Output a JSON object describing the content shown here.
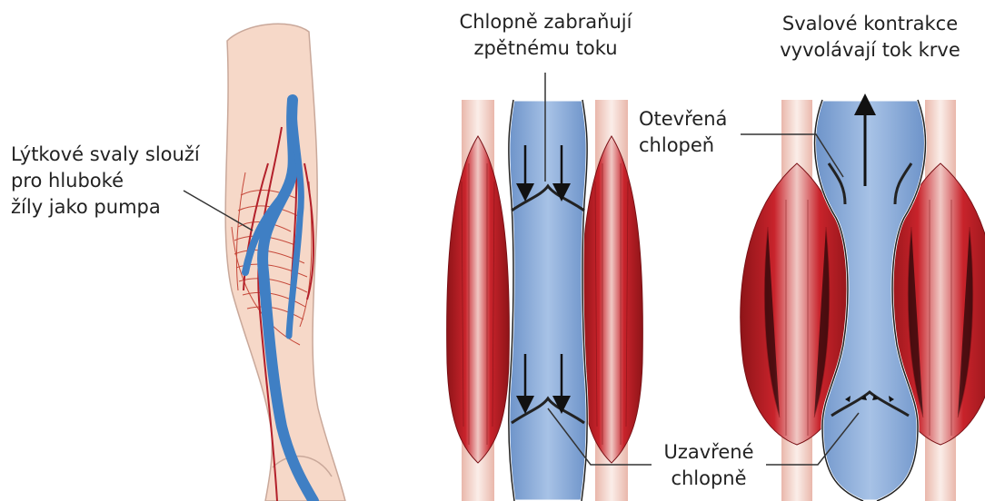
{
  "labels": {
    "calf": {
      "lines": [
        "Lýtkové svaly slouží",
        "pro hluboké",
        "žíly jako pumpa"
      ]
    },
    "valves_prevent": {
      "lines": [
        "Chlopně zabraňují",
        "zpětnému toku"
      ]
    },
    "muscle_contraction": {
      "lines": [
        "Svalové kontrakce",
        "vyvolávají tok krve"
      ]
    },
    "open_valve": {
      "lines": [
        "Otevřená",
        "chlopeň"
      ]
    },
    "closed_valves": {
      "lines": [
        "Uzavřené",
        "chlopně"
      ]
    }
  },
  "colors": {
    "skin": "#f6d8c8",
    "skin_outline": "#c9a89a",
    "deep_vein": "#3f7fc4",
    "vein_blue": "#8fb0dc",
    "vein_blue_dark": "#5d86c0",
    "muscle_red": "#c8232b",
    "muscle_dark": "#8e1418",
    "muscle_highlight": "#f3d6d2",
    "leader": "#333333"
  }
}
